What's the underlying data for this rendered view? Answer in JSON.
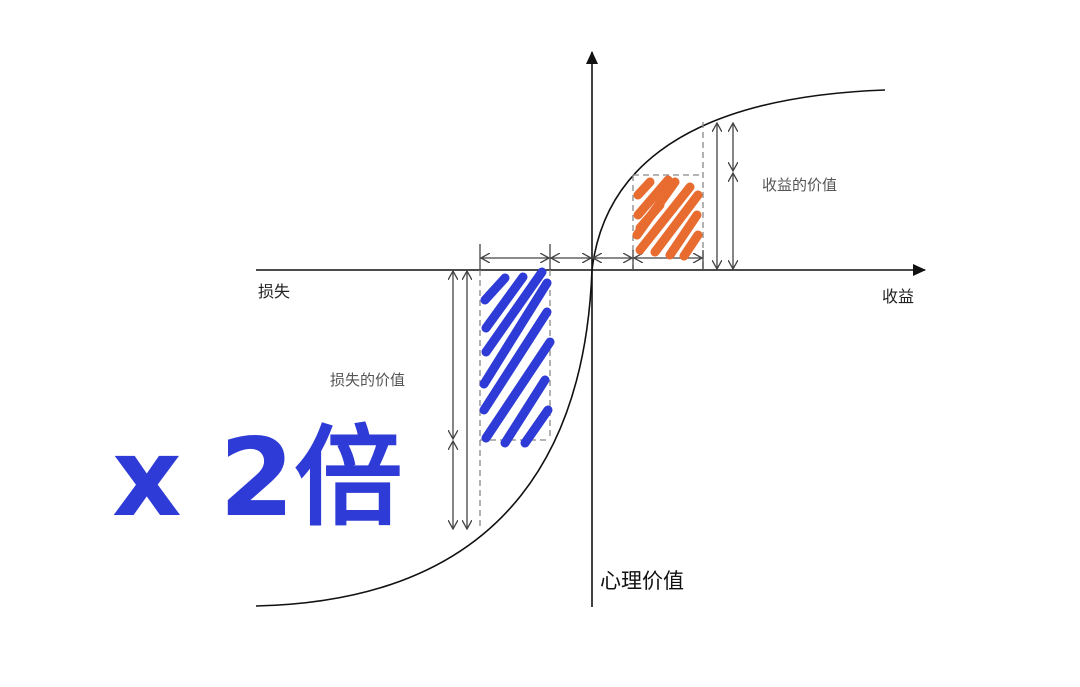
{
  "labels": {
    "gain_value": "收益的价值",
    "loss_value": "损失的价值",
    "loss_axis": "损失",
    "gain_axis": "收益",
    "value_axis": "心理价值",
    "multiplier": "x 2倍"
  },
  "colors": {
    "axis": "#111111",
    "dimension": "#444444",
    "gain_hatch": "#E86C30",
    "loss_hatch": "#2E3BD6",
    "dashed": "#888888"
  }
}
